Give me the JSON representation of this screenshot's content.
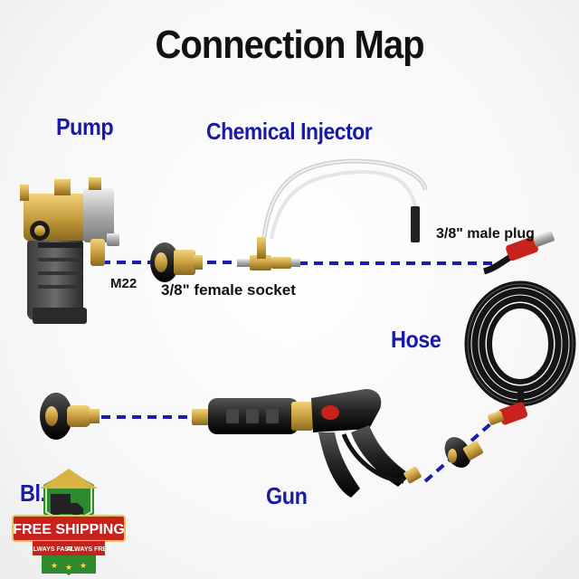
{
  "title": "Connection Map",
  "labels": {
    "pump": "Pump",
    "chemical_injector": "Chemical Injector",
    "male_plug": "3/8\" male plug",
    "m22": "M22",
    "female_socket": "3/8\" female socket",
    "hose": "Hose",
    "gun": "Gun",
    "nozzle_partial": "Bl...zle"
  },
  "badge": {
    "main": "FREE SHIPPING",
    "left": "ALWAYS FAST",
    "right": "ALWAYS FREE"
  },
  "colors": {
    "label_blue": "#1a1aa8",
    "dash_line": "#1c1cb0",
    "badge_green": "#2f8a2f",
    "badge_red": "#c8221c",
    "brass": "#c9a040"
  }
}
